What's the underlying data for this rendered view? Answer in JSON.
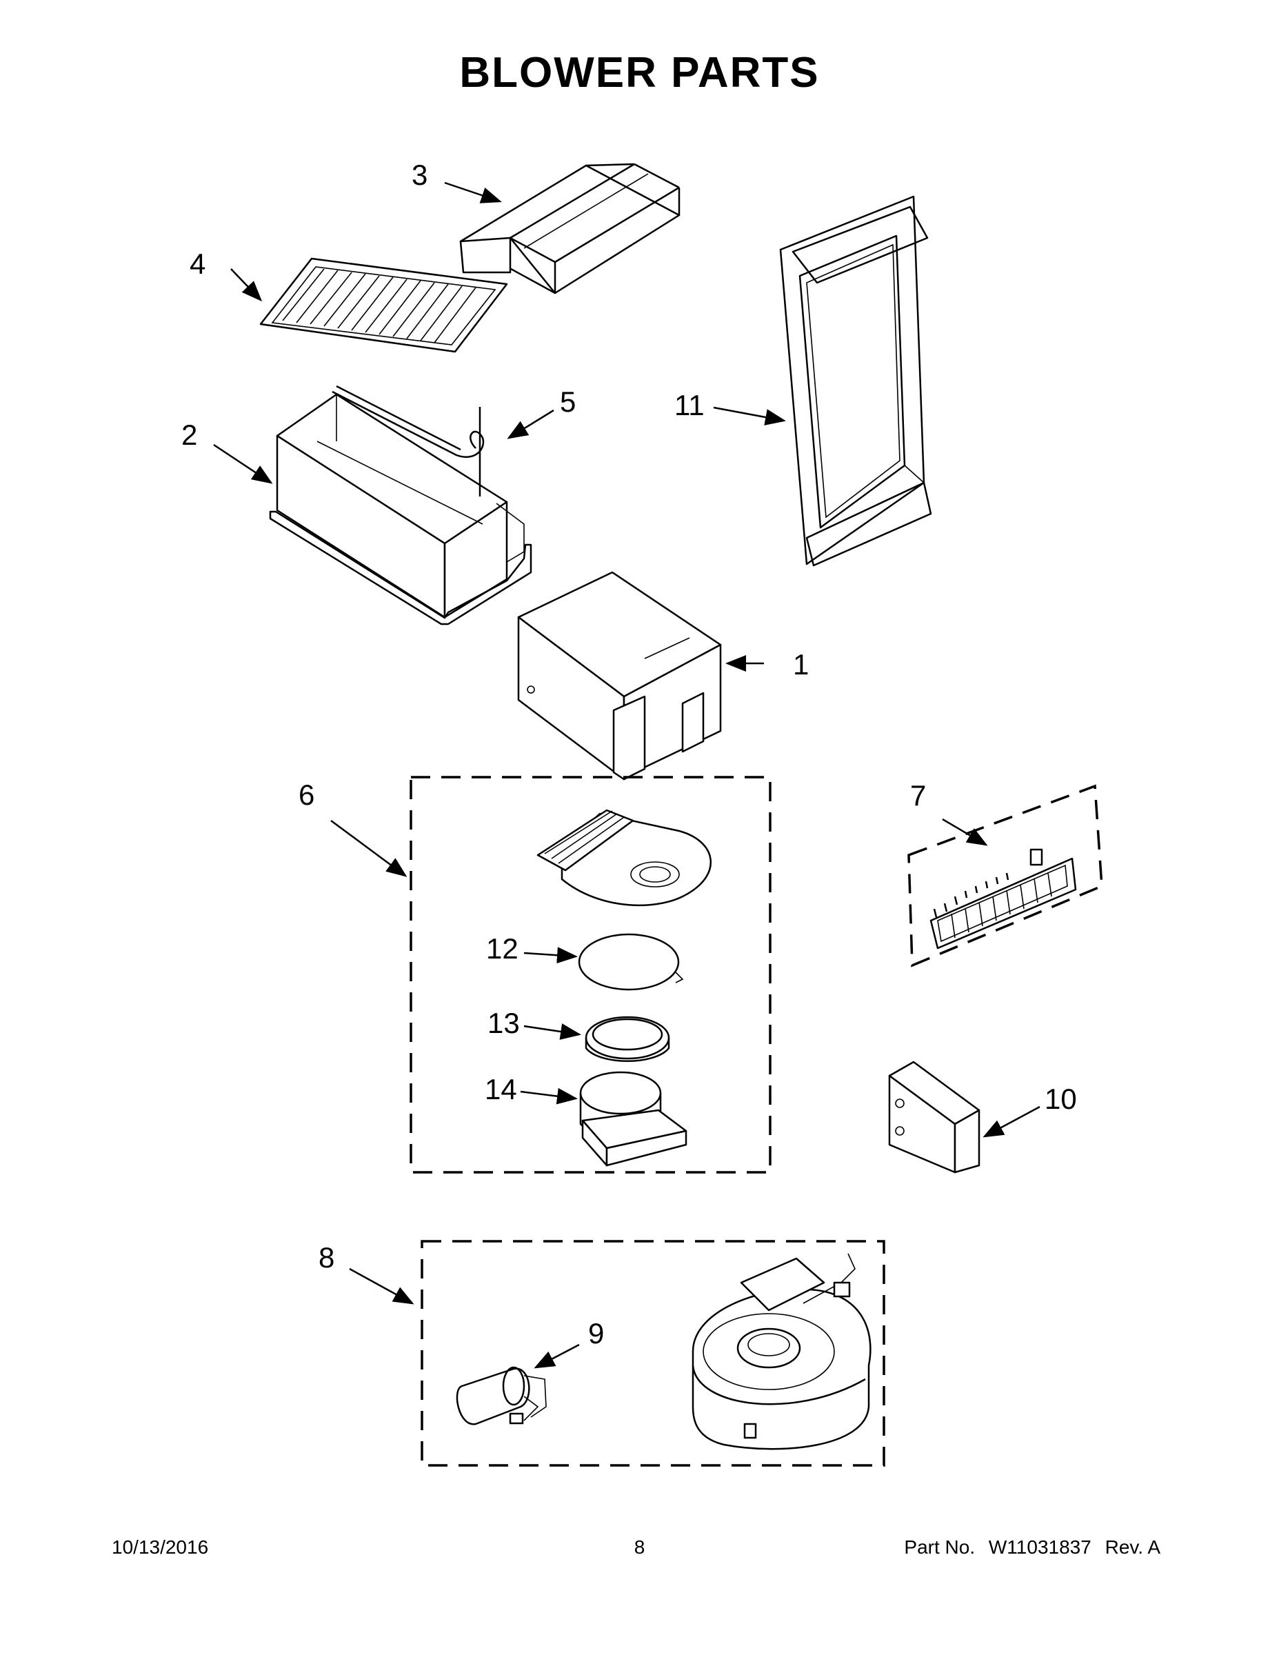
{
  "page": {
    "title": "BLOWER PARTS",
    "footer": {
      "date": "10/13/2016",
      "page_number": "8",
      "part_label": "Part No.",
      "part_number": "W11031837",
      "revision": "Rev. A"
    }
  },
  "callouts": [
    "1",
    "2",
    "3",
    "4",
    "5",
    "6",
    "7",
    "8",
    "9",
    "10",
    "11",
    "12",
    "13",
    "14"
  ]
}
